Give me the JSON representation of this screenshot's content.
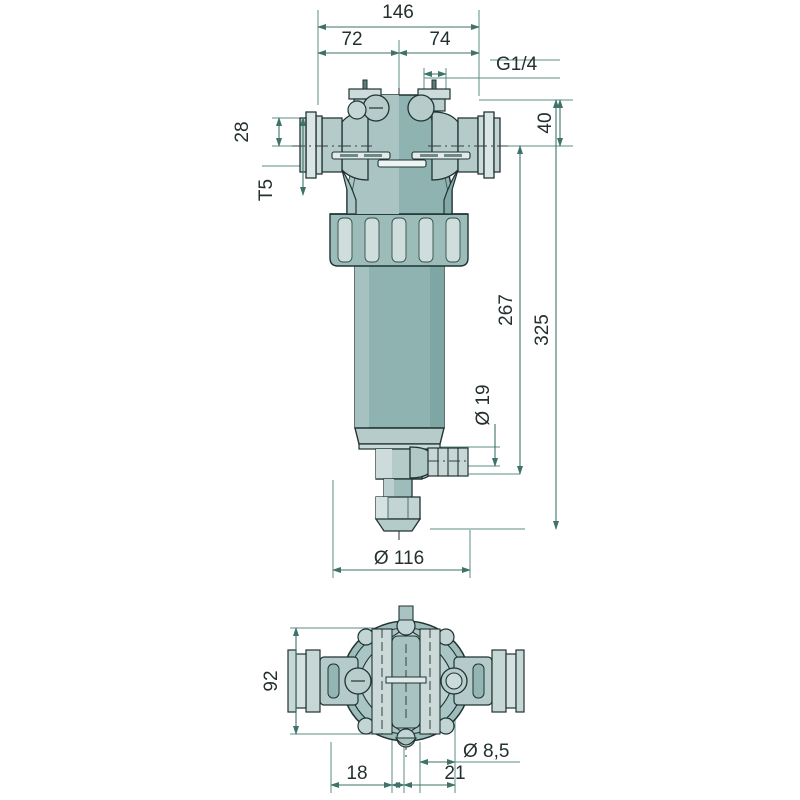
{
  "drawing": {
    "title": "Technical dimension drawing - inline filter housing",
    "views": [
      "front-elevation",
      "bottom-plan"
    ],
    "colors": {
      "body_fill": "#8fb3b1",
      "body_light": "#c3d4d3",
      "body_mid": "#a8c2c0",
      "body_dark": "#7ba3a1",
      "outline": "#1f3332",
      "dimension_line": "#4a7a72",
      "text": "#23302f",
      "background": "#ffffff"
    }
  },
  "dimensions": {
    "overall_width": "146",
    "left_offset": "72",
    "right_offset": "74",
    "thread_callout": "G1/4",
    "port_height": "40",
    "port_flange": "28",
    "port_label": "T5",
    "bowl_length": "267",
    "total_height": "325",
    "drain_bore": "Ø 19",
    "bowl_diameter": "Ø 116",
    "plan_height": "92",
    "bolt_hole": "Ø 8,5",
    "plan_dim_left": "18",
    "plan_dim_right": "21"
  }
}
